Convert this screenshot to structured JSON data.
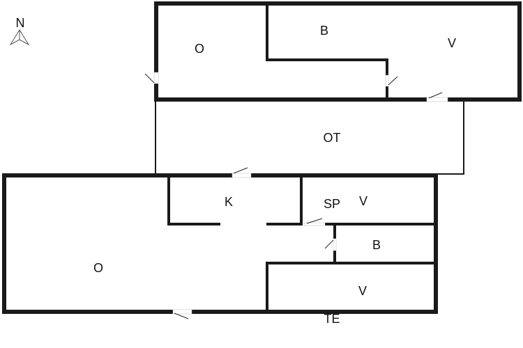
{
  "compass": {
    "label": "N"
  },
  "rooms": {
    "upper_o": "O",
    "upper_b": "B",
    "upper_v": "V",
    "ot": "OT",
    "k": "K",
    "sp": "SP",
    "sp_v": "V",
    "lower_b": "B",
    "lower_o": "O",
    "lower_v": "V",
    "te": "TE"
  }
}
